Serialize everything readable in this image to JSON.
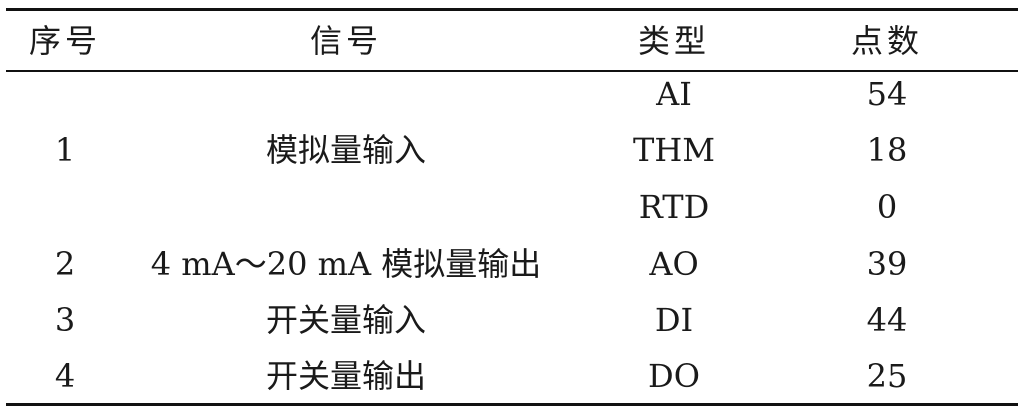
{
  "table": {
    "headers": [
      "序号",
      "信号",
      "类型",
      "点数"
    ],
    "groups": [
      {
        "index": "1",
        "signal": "模拟量输入",
        "rows": [
          {
            "type": "AI",
            "count": "54"
          },
          {
            "type": "THM",
            "count": "18"
          },
          {
            "type": "RTD",
            "count": "0"
          }
        ]
      },
      {
        "index": "2",
        "signal": "4 mA～20 mA 模拟量输出",
        "rows": [
          {
            "type": "AO",
            "count": "39"
          }
        ]
      },
      {
        "index": "3",
        "signal": "开关量输入",
        "rows": [
          {
            "type": "DI",
            "count": "44"
          }
        ]
      },
      {
        "index": "4",
        "signal": "开关量输出",
        "rows": [
          {
            "type": "DO",
            "count": "25"
          }
        ]
      }
    ]
  }
}
